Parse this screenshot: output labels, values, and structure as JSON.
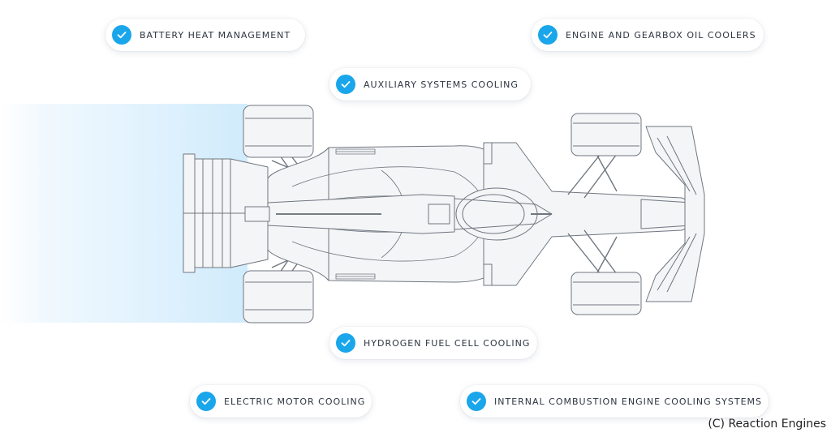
{
  "labels": {
    "battery": "BATTERY HEAT MANAGEMENT",
    "oil": "ENGINE AND GEARBOX OIL COOLERS",
    "auxiliary": "AUXILIARY SYSTEMS COOLING",
    "hydrogen": "HYDROGEN FUEL CELL COOLING",
    "electric": "ELECTRIC MOTOR COOLING",
    "internal": "INTERNAL COMBUSTION ENGINE COOLING SYSTEMS"
  },
  "credit": "(C) Reaction Engines",
  "colors": {
    "accent": "#1aa6ea",
    "car_line": "#6f7680",
    "car_fill": "#f4f5f6",
    "text": "#2d3440"
  },
  "icons": {
    "callout": "check-circle-icon"
  }
}
